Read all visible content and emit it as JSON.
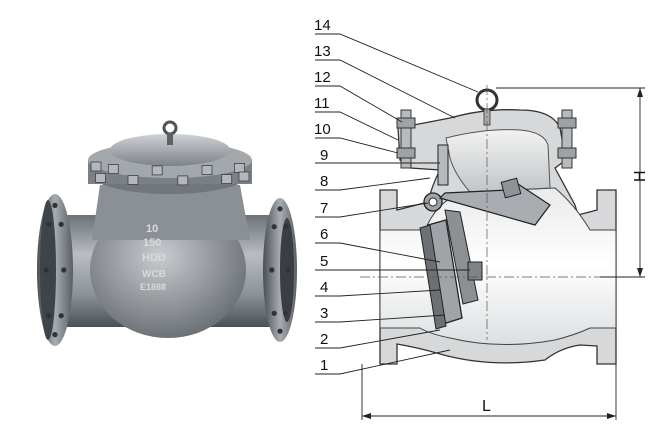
{
  "photo": {
    "casting_marks": [
      "10",
      "150",
      "HDD",
      "WCB",
      "E1888"
    ]
  },
  "drawing": {
    "part_numbers": [
      "14",
      "13",
      "12",
      "11",
      "10",
      "9",
      "8",
      "7",
      "6",
      "5",
      "4",
      "3",
      "2",
      "1"
    ],
    "dimensions": {
      "height_label": "H",
      "length_label": "L"
    }
  },
  "colors": {
    "metal_light": "#c9ccd0",
    "metal_mid": "#9aa0a6",
    "metal_dark": "#5f656b",
    "section_fill": "#d4d6d8",
    "line": "#222222"
  }
}
